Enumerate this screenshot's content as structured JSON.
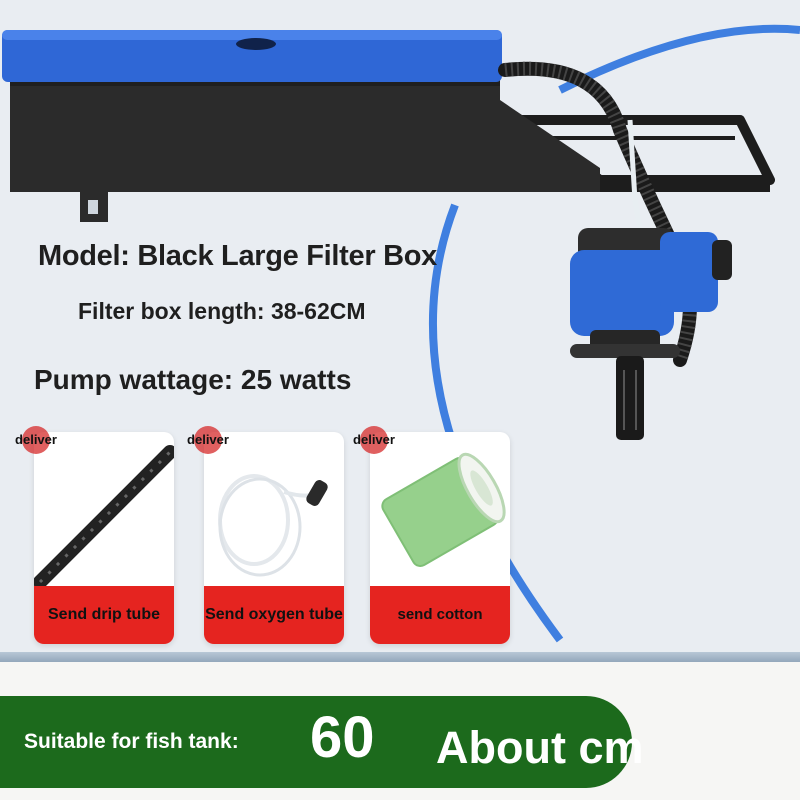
{
  "product": {
    "model_line": "Model: Black Large Filter Box",
    "length_line": "Filter box length: 38-62CM",
    "wattage_line": "Pump wattage: 25 watts"
  },
  "accessories": [
    {
      "badge": "deliver",
      "label": "Send drip tube"
    },
    {
      "badge": "deliver",
      "label": "Send oxygen tube"
    },
    {
      "badge": "deliver",
      "label": "send cotton"
    }
  ],
  "tank": {
    "label": "Suitable for fish tank:",
    "size_value": "60",
    "size_unit": "About cm"
  },
  "colors": {
    "lid_blue": "#2f67d6",
    "box_black": "#2b2b2b",
    "label_red": "#e52420",
    "band_green": "#1c6a1c",
    "cotton_green": "#96d08c"
  }
}
